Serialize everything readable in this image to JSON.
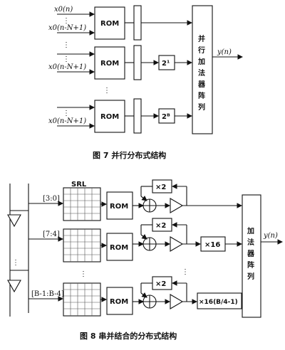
{
  "fig7": {
    "inputs": [
      {
        "top": "x0(n)",
        "bottom": "x0(n-N+1)"
      },
      {
        "bottom": "x0(n-N+1)"
      },
      {
        "bottom": "x0(n-N+1)"
      }
    ],
    "rom_label": "ROM",
    "shift_labels": [
      "2¹",
      "2ᴮ"
    ],
    "adder_label": [
      "并",
      "行",
      "加",
      "法",
      "器",
      "阵",
      "列"
    ],
    "output": "y(n)",
    "caption": "图 7    并行分布式结构"
  },
  "fig8": {
    "srl_label": "SRL",
    "input_ranges": [
      "[3:0]",
      "[7:4]",
      "[B-1:B-4]"
    ],
    "rom_label": "ROM",
    "feedback_labels": [
      "×2",
      "×2",
      "×2"
    ],
    "mult_labels": [
      "×16",
      "×16(B/4-1)"
    ],
    "adder_label": [
      "加",
      "法",
      "器",
      "阵",
      "列"
    ],
    "output": "y(n)",
    "caption": "图 8    串并结合的分布式结构"
  }
}
